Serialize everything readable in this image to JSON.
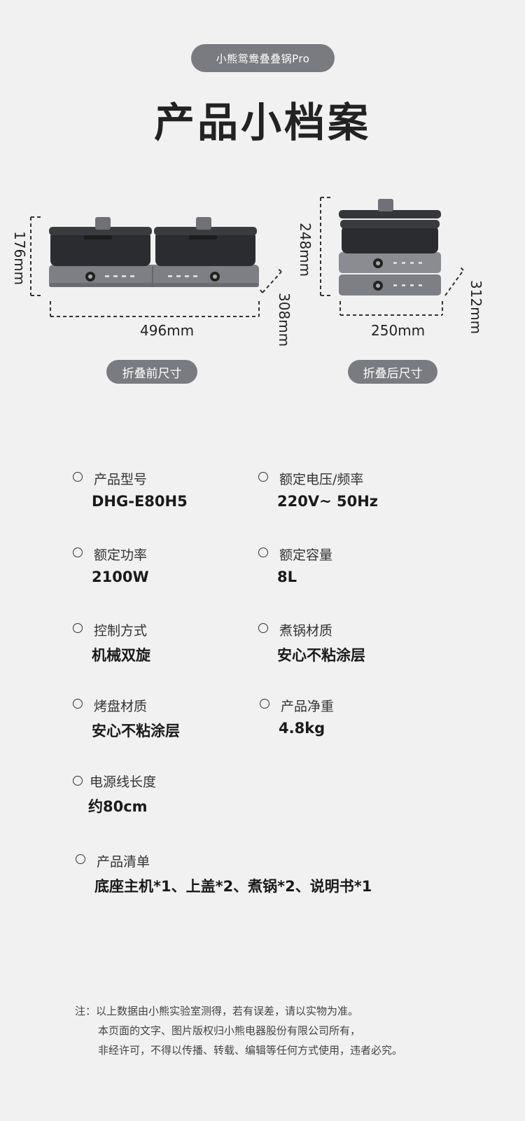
{
  "header": {
    "product_pill": "小熊鸳鸯叠叠锅Pro",
    "title": "产品小档案"
  },
  "dimensions": {
    "before": {
      "width": "496mm",
      "height": "176mm",
      "depth": "308mm",
      "caption": "折叠前尺寸"
    },
    "after": {
      "width": "250mm",
      "height": "248mm",
      "depth": "312mm",
      "caption": "折叠后尺寸"
    }
  },
  "specs": {
    "model": {
      "label": "产品型号",
      "value": "DHG-E80H5"
    },
    "voltage": {
      "label": "额定电压/频率",
      "value": "220V~ 50Hz"
    },
    "power": {
      "label": "额定功率",
      "value": "2100W"
    },
    "capacity": {
      "label": "额定容量",
      "value": "8L"
    },
    "control": {
      "label": "控制方式",
      "value": "机械双旋"
    },
    "pot_material": {
      "label": "煮锅材质",
      "value": "安心不粘涂层"
    },
    "grill_material": {
      "label": "烤盘材质",
      "value": "安心不粘涂层"
    },
    "net_weight": {
      "label": "产品净重",
      "value": "4.8kg"
    },
    "cord_length": {
      "label": "电源线长度",
      "value": "约80cm"
    },
    "package": {
      "label": "产品清单",
      "value": "底座主机*1、上盖*2、煮锅*2、说明书*1"
    }
  },
  "note": {
    "line1": "注：以上数据由小熊实验室测得，若有误差，请以实物为准。",
    "line2": "本页面的文字、图片版权归小熊电器股份有限公司所有，",
    "line3": "非经许可，不得以传播、转载、编辑等任何方式使用，违者必究。"
  },
  "icons": {
    "bullet": "circle-outline-icon",
    "product_image": "hot-pot-image"
  },
  "colors": {
    "background": "#f1f1f1",
    "pill": "#7a7b80",
    "pot": "#2b2c2f",
    "base": "#7d7f85"
  }
}
